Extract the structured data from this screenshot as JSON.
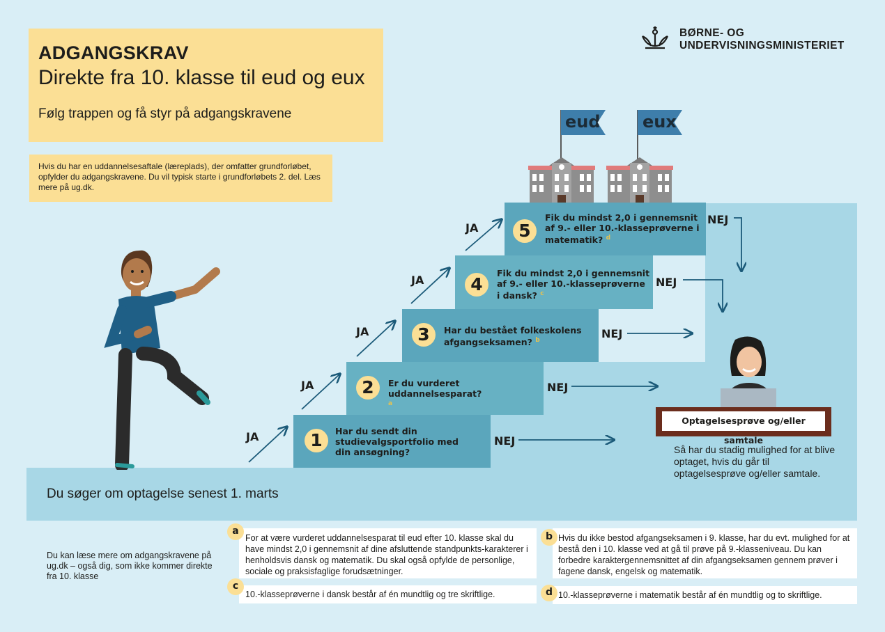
{
  "header": {
    "title": "ADGANGSKRAV",
    "subtitle": "Direkte fra 10. klasse til eud og eux",
    "tagline": "Følg trappen og få styr på adgangskravene"
  },
  "info_box": "Hvis du har en uddannelsesaftale (læreplads), der omfatter grundforløbet, opfylder du adgangskravene. Du vil typisk starte i grundforløbets 2. del. Læs mere på ug.dk.",
  "logo": {
    "line1": "BØRNE- OG",
    "line2": "UNDERVISNINGSMINISTERIET"
  },
  "flags": {
    "left": "eud",
    "right": "eux"
  },
  "ground_text": "Du søger om optagelse senest 1. marts",
  "yes_label": "JA",
  "no_label": "NEJ",
  "steps": [
    {
      "number": "1",
      "question": "Har du sendt din studievalgsportfolio med din ansøgning?",
      "note": ""
    },
    {
      "number": "2",
      "question": "Er du vurderet uddannelsesparat?",
      "note": "a"
    },
    {
      "number": "3",
      "question": "Har du bestået folkeskolens afgangseksamen?",
      "note": "b"
    },
    {
      "number": "4",
      "question": "Fik du mindst 2,0 i gennemsnit af 9.- eller 10.-klasseprøverne i dansk?",
      "note": "c"
    },
    {
      "number": "5",
      "question": "Fik du mindst 2,0 i gennemsnit af 9.- eller 10.-klasseprøverne i matematik?",
      "note": "d"
    }
  ],
  "sign_label": "Optagelsesprøve og/eller samtale",
  "side_text": "Så har du stadig mulighed for at blive optaget, hvis du går til optagelsesprøve og/eller samtale.",
  "read_more": "Du kan læse mere om adgangskravene på ug.dk – også dig, som ikke kommer direkte fra 10. klasse",
  "footnotes": [
    {
      "letter": "a",
      "text": "For at være vurderet uddannelsesparat til eud efter 10. klasse skal du have mindst 2,0 i gennemsnit af dine afsluttende standpunkts-karakterer i henholdsvis dansk og matematik. Du skal også opfylde de personlige, sociale og praksisfaglige forudsætninger."
    },
    {
      "letter": "b",
      "text": "Hvis du ikke bestod afgangseksamen i 9. klasse, har du evt. mulighed for at bestå den i 10. klasse ved at gå til prøve på 9.-klasseniveau. Du kan forbedre karaktergennemsnittet af din afgangseksamen gennem prøver i fagene dansk, engelsk og matematik."
    },
    {
      "letter": "c",
      "text": "10.-klasseprøverne i dansk består af én mundtlig og tre skriftlige."
    },
    {
      "letter": "d",
      "text": "10.-klasseprøverne i matematik består af én mundtlig og to skriftlige."
    }
  ],
  "colors": {
    "background": "#d9eef6",
    "yellow": "#fbdf95",
    "step_blue": "#5ba6bc",
    "ground": "#a8d7e6",
    "arrow": "#1b5a79"
  }
}
